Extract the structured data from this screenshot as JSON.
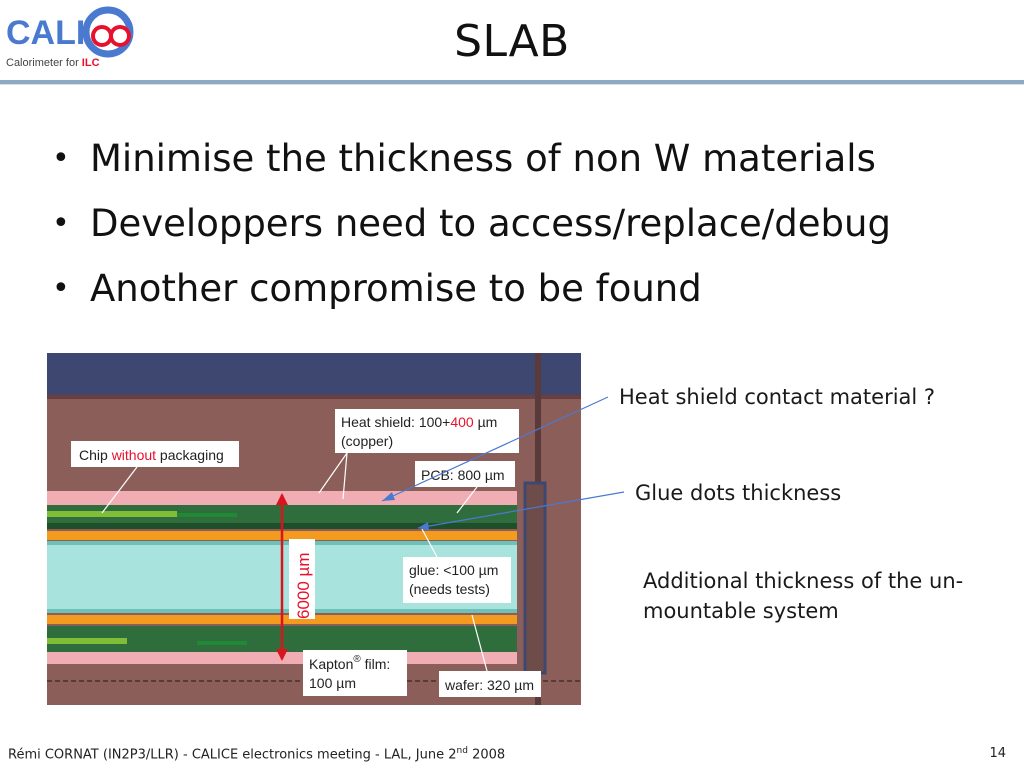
{
  "logo": {
    "main_text": "CALI",
    "sub_text_prefix": "Calorimeter for ",
    "sub_text_highlight": "ILC"
  },
  "slide": {
    "title": "SLAB",
    "page_number": "14"
  },
  "bullets": [
    "Minimise the thickness of non W materials",
    "Developpers need to access/replace/debug",
    "Another compromise to be found"
  ],
  "diagram": {
    "chip_label": {
      "pre": "Chip ",
      "highlight": "without",
      "post": " packaging"
    },
    "heat_shield_label": {
      "pre": "Heat shield: 100+",
      "highlight": "400",
      "post": " µm",
      "line2": "(copper)"
    },
    "pcb_label": "PCB: 800 µm",
    "glue_label": {
      "line1": "glue: <100 µm",
      "line2": "(needs tests)"
    },
    "kapton_label": {
      "line1": "Kapton",
      "superscript": "®",
      "line1b": " film:",
      "line2": "100 µm"
    },
    "wafer_label": "wafer: 320 µm",
    "dimension_label": "6000 µm"
  },
  "notes": {
    "heat_shield": "Heat shield contact material ?",
    "glue_dots": "Glue dots thickness",
    "additional_line1": "Additional thickness of the un-",
    "additional_line2": "mountable system"
  },
  "footer": {
    "pre": "Rémi CORNAT (IN2P3/LLR)  -  CALICE electronics meeting  -  LAL, June 2",
    "sup": "nd",
    "post": " 2008"
  },
  "colors": {
    "accent_red": "#e8112d",
    "logo_blue": "#3b6fc4",
    "rule": "#8fa8c4"
  }
}
